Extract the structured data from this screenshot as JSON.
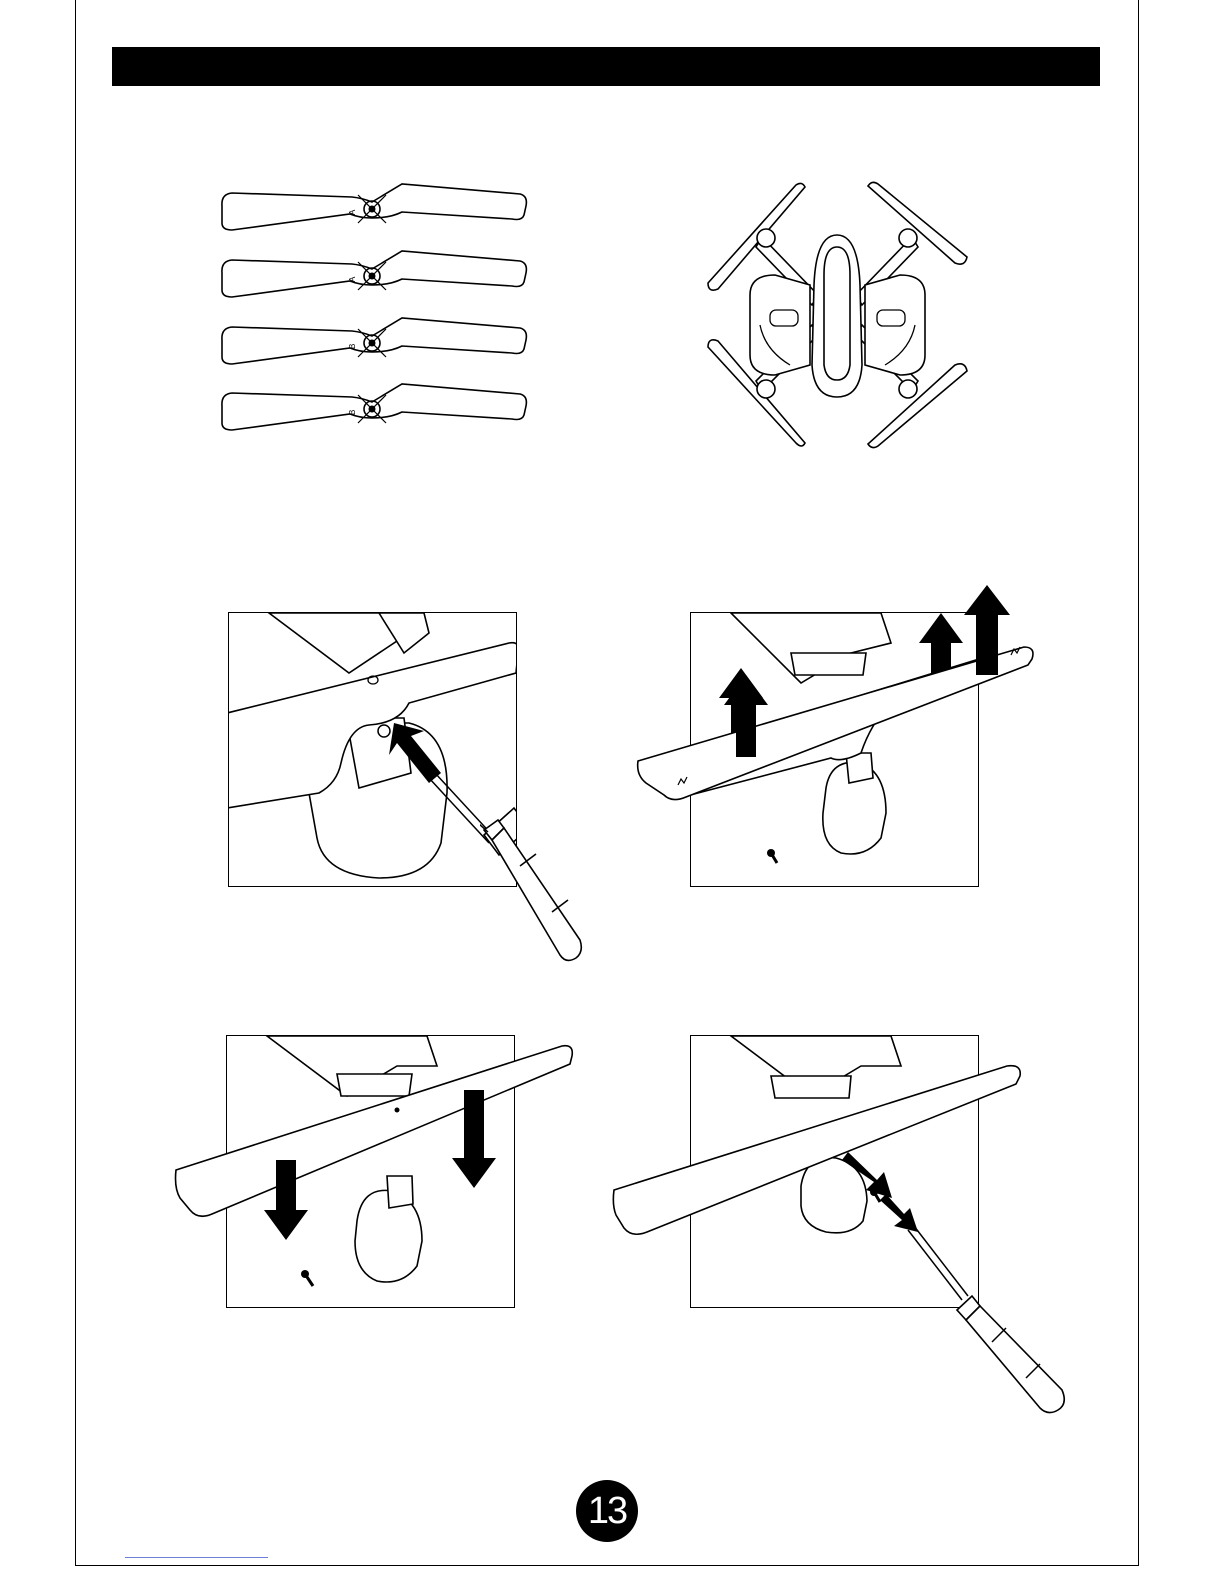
{
  "propellers": {
    "labels": [
      "A",
      "A",
      "B",
      "B"
    ]
  },
  "page": {
    "number": "13"
  },
  "figures": {
    "icons": [
      "propeller-icon",
      "drone-icon",
      "screwdriver-icon",
      "screw-icon",
      "arrow-icon"
    ]
  }
}
